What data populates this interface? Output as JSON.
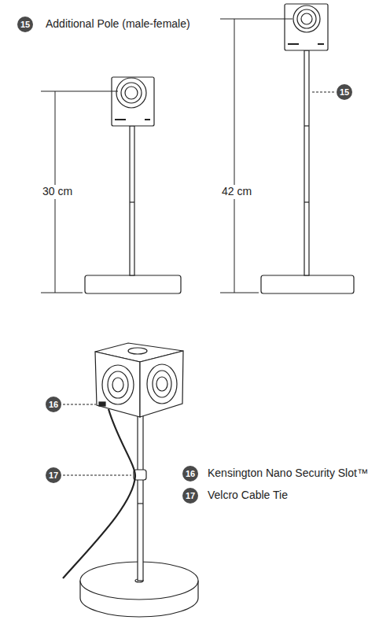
{
  "diagram": {
    "labels": [
      "15",
      "Additional Pole (male-female)",
      "30 cm",
      "42 cm",
      "15",
      "16",
      "17",
      "16",
      "Kensington Nano Security Slot™",
      "17",
      "Velcro Cable Tie"
    ]
  }
}
